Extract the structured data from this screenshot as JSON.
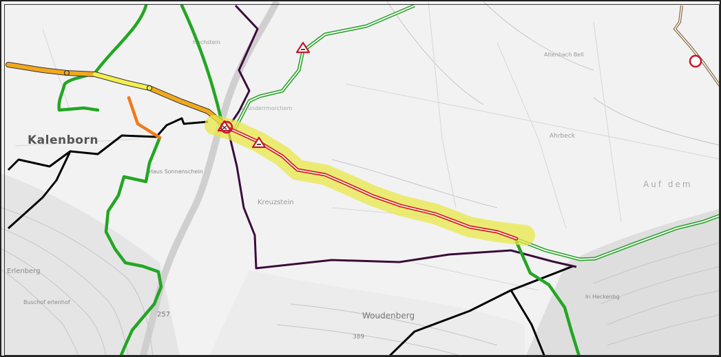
{
  "map": {
    "labels": {
      "kalenborn": "Kalenborn",
      "woudenberg": "Woudenberg",
      "route_257": "257",
      "elev_389": "389",
      "hausen_area": "Haus Sonnenschein",
      "kreuzstein": "Kreuzstein",
      "ahrbeck": "Ahrbeck",
      "auf_dem": "Auf dem",
      "heckenberg": "In Heckenbg",
      "erlenberg": "Erlenberg",
      "schindermorchem": "Schinderrmorchem",
      "buschof": "Buschof erlenhof",
      "hochstein": "Hochstein",
      "altenbach": "Altenbach Bell"
    },
    "colors": {
      "main_road": "#f2a81d",
      "main_road_light": "#f4ef4e",
      "trail_green": "#23a623",
      "double_trail": "#2aa12a",
      "boundary_black": "#000000",
      "boundary_purple": "#3b0c3b",
      "highlight_route": "#e8e84a",
      "red_route": "#d81b1b",
      "orange_path": "#f07a1a",
      "marker_red": "#c8142c"
    },
    "icons": {
      "warning_triangle": "warning-triangle-icon",
      "circle_marker": "circle-marker-icon"
    }
  }
}
